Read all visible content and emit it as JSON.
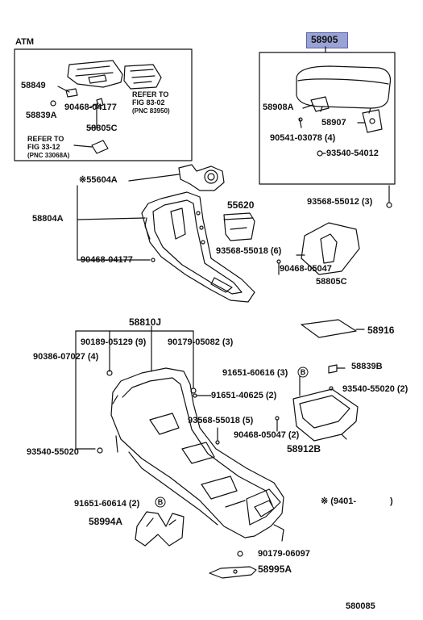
{
  "labels": {
    "atm": "ATM",
    "p58905": "58905",
    "p58849": "58849",
    "p90468_04177_a": "90468-04177",
    "p58839a_a": "58839A",
    "refer_fig_83": [
      "REFER TO",
      "FIG 83-02",
      "(PNC 83950)"
    ],
    "p58805c_a": "58805C",
    "refer_fig_33": [
      "REFER TO",
      "FIG 33-12",
      "(PNC 33068A)"
    ],
    "p58908a": "58908A",
    "p58907": "58907",
    "p90541": "90541-03078 (4)",
    "p93540_54012": "93540-54012",
    "p55604a": "※55604A",
    "p55620": "55620",
    "p58804a": "58804A",
    "p93568_55012": "93568-55012 (3)",
    "p93568_55018_6": "93568-55018 (6)",
    "p90468_04177_b": "90468-04177",
    "p90468_05047_a": "90468-05047",
    "p58805c_b": "58805C",
    "p58810j": "58810J",
    "p58916": "58916",
    "p90189": "90189-05129 (9)",
    "p90179_05082": "90179-05082 (3)",
    "p90386": "90386-07027 (4)",
    "p58839b": "58839B",
    "p91651_60616": "91651-60616 (3)",
    "p93540_55020_a": "93540-55020 (2)",
    "p91651_40625": "91651-40625 (2)",
    "p93568_55018_5": "93568-55018 (5)",
    "p90468_05047_b": "90468-05047 (2)",
    "p58912b": "58912B",
    "p93540_55020_b": "93540-55020",
    "p91651_60614": "91651-60614 (2)",
    "p58994a": "58994A",
    "p9401": "※ (9401-",
    "p9401_close": ")",
    "p90179_06097": "90179-06097",
    "p58995a": "58995A",
    "fig_number": "580085",
    "circle_b": "B"
  },
  "colors": {
    "highlight": "#9aa3d6",
    "line": "#111111"
  }
}
